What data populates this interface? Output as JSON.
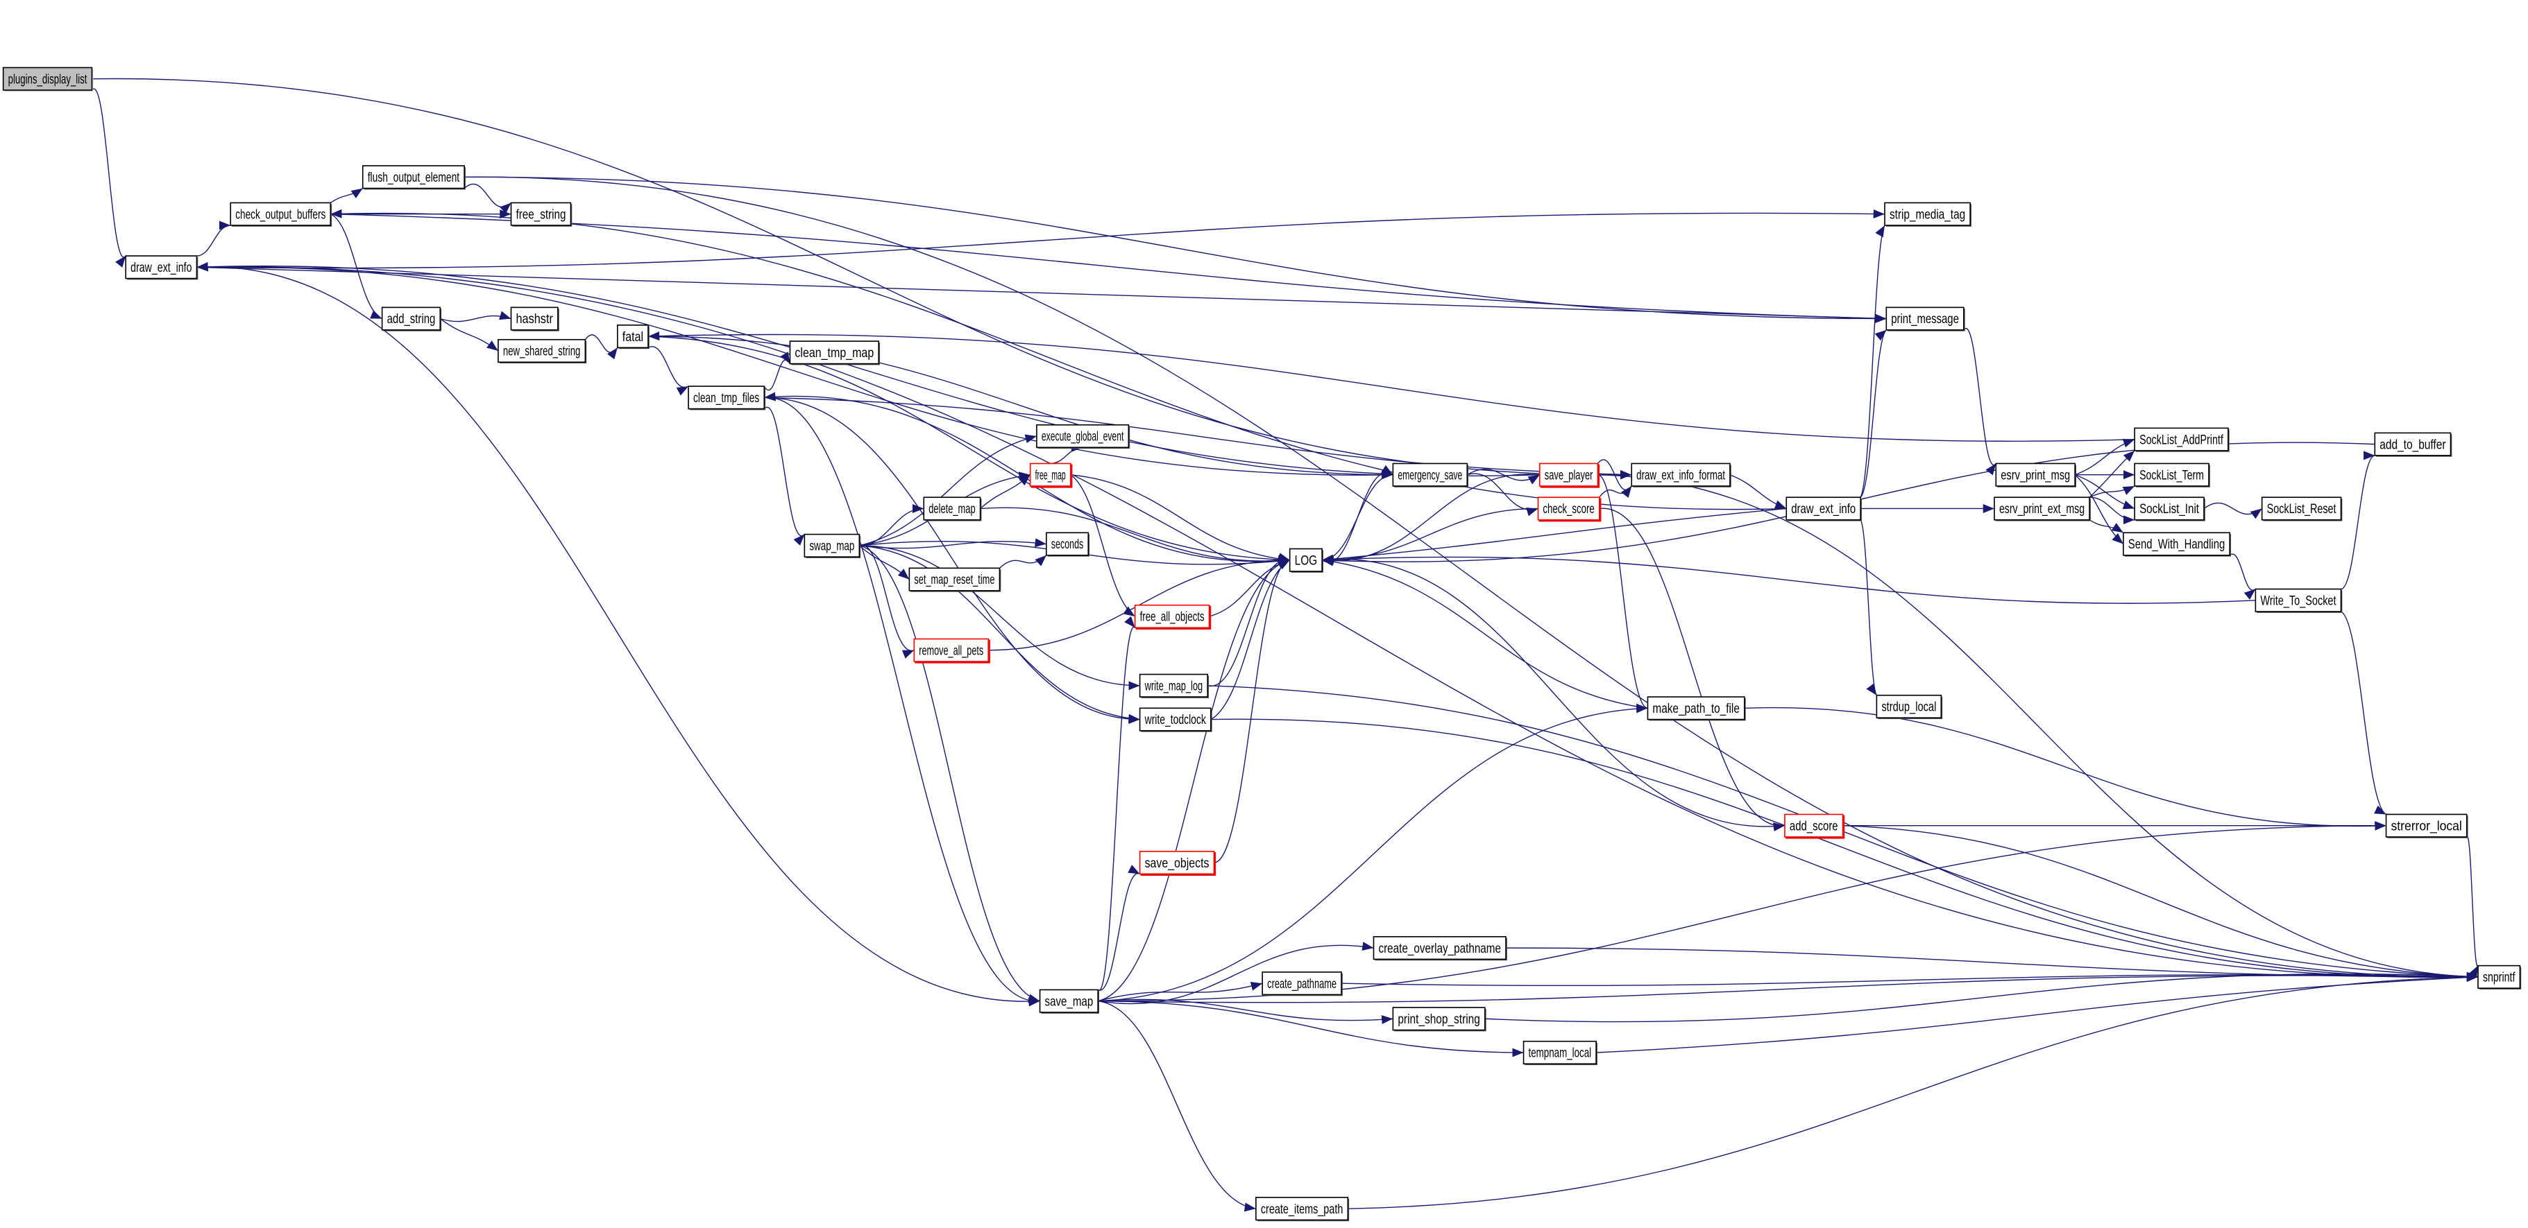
{
  "graph": {
    "root": "plugins_display_list",
    "colors": {
      "edge": "#191970",
      "root_fill": "#bfbfbf",
      "highlight_border": "#ff0000",
      "border": "#000000"
    },
    "nodes": [
      {
        "id": "plugins_display_list",
        "label": "plugins_display_list",
        "style": "root"
      },
      {
        "id": "dei1",
        "label": "draw_ext_info",
        "style": "normal"
      },
      {
        "id": "check_output_buffers",
        "label": "check_output_buffers",
        "style": "normal"
      },
      {
        "id": "flush_output_element",
        "label": "flush_output_element",
        "style": "normal"
      },
      {
        "id": "free_string",
        "label": "free_string",
        "style": "normal"
      },
      {
        "id": "add_string",
        "label": "add_string",
        "style": "normal"
      },
      {
        "id": "hashstr",
        "label": "hashstr",
        "style": "normal"
      },
      {
        "id": "new_shared_string",
        "label": "new_shared_string",
        "style": "normal"
      },
      {
        "id": "fatal",
        "label": "fatal",
        "style": "normal"
      },
      {
        "id": "clean_tmp_map",
        "label": "clean_tmp_map",
        "style": "normal"
      },
      {
        "id": "clean_tmp_files",
        "label": "clean_tmp_files",
        "style": "normal"
      },
      {
        "id": "swap_map",
        "label": "swap_map",
        "style": "normal"
      },
      {
        "id": "execute_global_event",
        "label": "execute_global_event",
        "style": "normal"
      },
      {
        "id": "free_map",
        "label": "free_map",
        "style": "red"
      },
      {
        "id": "delete_map",
        "label": "delete_map",
        "style": "normal"
      },
      {
        "id": "seconds",
        "label": "seconds",
        "style": "normal"
      },
      {
        "id": "set_map_reset_time",
        "label": "set_map_reset_time",
        "style": "normal"
      },
      {
        "id": "LOG",
        "label": "LOG",
        "style": "normal"
      },
      {
        "id": "free_all_objects",
        "label": "free_all_objects",
        "style": "red"
      },
      {
        "id": "remove_all_pets",
        "label": "remove_all_pets",
        "style": "red"
      },
      {
        "id": "write_map_log",
        "label": "write_map_log",
        "style": "normal"
      },
      {
        "id": "write_todclock",
        "label": "write_todclock",
        "style": "normal"
      },
      {
        "id": "save_objects",
        "label": "save_objects",
        "style": "red"
      },
      {
        "id": "save_map",
        "label": "save_map",
        "style": "normal"
      },
      {
        "id": "emergency_save",
        "label": "emergency_save",
        "style": "normal"
      },
      {
        "id": "save_player",
        "label": "save_player",
        "style": "red"
      },
      {
        "id": "check_score",
        "label": "check_score",
        "style": "red"
      },
      {
        "id": "draw_ext_info_format",
        "label": "draw_ext_info_format",
        "style": "normal"
      },
      {
        "id": "dei2",
        "label": "draw_ext_info",
        "style": "normal"
      },
      {
        "id": "make_path_to_file",
        "label": "make_path_to_file",
        "style": "normal"
      },
      {
        "id": "add_score",
        "label": "add_score",
        "style": "red"
      },
      {
        "id": "strdup_local",
        "label": "strdup_local",
        "style": "normal"
      },
      {
        "id": "strip_media_tag",
        "label": "strip_media_tag",
        "style": "normal"
      },
      {
        "id": "print_message",
        "label": "print_message",
        "style": "normal"
      },
      {
        "id": "esrv_print_msg",
        "label": "esrv_print_msg",
        "style": "normal"
      },
      {
        "id": "esrv_print_ext_msg",
        "label": "esrv_print_ext_msg",
        "style": "normal"
      },
      {
        "id": "SockList_AddPrintf",
        "label": "SockList_AddPrintf",
        "style": "normal"
      },
      {
        "id": "SockList_Term",
        "label": "SockList_Term",
        "style": "normal"
      },
      {
        "id": "SockList_Init",
        "label": "SockList_Init",
        "style": "normal"
      },
      {
        "id": "SockList_Reset",
        "label": "SockList_Reset",
        "style": "normal"
      },
      {
        "id": "Send_With_Handling",
        "label": "Send_With_Handling",
        "style": "normal"
      },
      {
        "id": "Write_To_Socket",
        "label": "Write_To_Socket",
        "style": "normal"
      },
      {
        "id": "add_to_buffer",
        "label": "add_to_buffer",
        "style": "normal"
      },
      {
        "id": "strerror_local",
        "label": "strerror_local",
        "style": "normal"
      },
      {
        "id": "snprintf",
        "label": "snprintf",
        "style": "normal"
      },
      {
        "id": "create_overlay_pathname",
        "label": "create_overlay_pathname",
        "style": "normal"
      },
      {
        "id": "create_pathname",
        "label": "create_pathname",
        "style": "normal"
      },
      {
        "id": "print_shop_string",
        "label": "print_shop_string",
        "style": "normal"
      },
      {
        "id": "tempnam_local",
        "label": "tempnam_local",
        "style": "normal"
      },
      {
        "id": "create_items_path",
        "label": "create_items_path",
        "style": "normal"
      }
    ],
    "edges": [
      [
        "plugins_display_list",
        "dei1"
      ],
      [
        "plugins_display_list",
        "draw_ext_info_format"
      ],
      [
        "dei1",
        "check_output_buffers"
      ],
      [
        "dei1",
        "strip_media_tag"
      ],
      [
        "dei1",
        "print_message"
      ],
      [
        "dei1",
        "snprintf"
      ],
      [
        "check_output_buffers",
        "flush_output_element"
      ],
      [
        "check_output_buffers",
        "free_string"
      ],
      [
        "check_output_buffers",
        "add_string"
      ],
      [
        "check_output_buffers",
        "print_message"
      ],
      [
        "flush_output_element",
        "free_string"
      ],
      [
        "flush_output_element",
        "snprintf"
      ],
      [
        "flush_output_element",
        "print_message"
      ],
      [
        "add_string",
        "hashstr"
      ],
      [
        "add_string",
        "new_shared_string"
      ],
      [
        "new_shared_string",
        "fatal"
      ],
      [
        "fatal",
        "clean_tmp_files"
      ],
      [
        "fatal",
        "emergency_save"
      ],
      [
        "fatal",
        "LOG"
      ],
      [
        "clean_tmp_files",
        "clean_tmp_map"
      ],
      [
        "clean_tmp_files",
        "swap_map"
      ],
      [
        "clean_tmp_files",
        "save_map"
      ],
      [
        "clean_tmp_files",
        "write_todclock"
      ],
      [
        "clean_tmp_files",
        "draw_ext_info_format"
      ],
      [
        "LOG",
        "clean_tmp_files"
      ],
      [
        "swap_map",
        "execute_global_event"
      ],
      [
        "swap_map",
        "free_map"
      ],
      [
        "swap_map",
        "delete_map"
      ],
      [
        "swap_map",
        "seconds"
      ],
      [
        "swap_map",
        "set_map_reset_time"
      ],
      [
        "swap_map",
        "LOG"
      ],
      [
        "swap_map",
        "remove_all_pets"
      ],
      [
        "swap_map",
        "write_map_log"
      ],
      [
        "swap_map",
        "write_todclock"
      ],
      [
        "swap_map",
        "save_map"
      ],
      [
        "delete_map",
        "free_map"
      ],
      [
        "delete_map",
        "LOG"
      ],
      [
        "free_map",
        "execute_global_event"
      ],
      [
        "free_map",
        "LOG"
      ],
      [
        "free_map",
        "free_all_objects"
      ],
      [
        "set_map_reset_time",
        "seconds"
      ],
      [
        "free_all_objects",
        "LOG"
      ],
      [
        "remove_all_pets",
        "LOG"
      ],
      [
        "write_map_log",
        "LOG"
      ],
      [
        "write_map_log",
        "snprintf"
      ],
      [
        "write_todclock",
        "LOG"
      ],
      [
        "write_todclock",
        "snprintf"
      ],
      [
        "save_objects",
        "LOG"
      ],
      [
        "save_map",
        "save_objects"
      ],
      [
        "save_map",
        "free_all_objects"
      ],
      [
        "save_map",
        "LOG"
      ],
      [
        "save_map",
        "make_path_to_file"
      ],
      [
        "save_map",
        "strerror_local"
      ],
      [
        "save_map",
        "snprintf"
      ],
      [
        "save_map",
        "create_overlay_pathname"
      ],
      [
        "save_map",
        "create_pathname"
      ],
      [
        "save_map",
        "print_shop_string"
      ],
      [
        "save_map",
        "tempnam_local"
      ],
      [
        "save_map",
        "create_items_path"
      ],
      [
        "save_map",
        "dei1"
      ],
      [
        "emergency_save",
        "save_player"
      ],
      [
        "emergency_save",
        "check_score"
      ],
      [
        "emergency_save",
        "LOG"
      ],
      [
        "emergency_save",
        "dei1"
      ],
      [
        "LOG",
        "emergency_save"
      ],
      [
        "save_player",
        "draw_ext_info_format"
      ],
      [
        "save_player",
        "LOG"
      ],
      [
        "save_player",
        "make_path_to_file"
      ],
      [
        "save_player",
        "snprintf"
      ],
      [
        "save_player",
        "dei1"
      ],
      [
        "check_score",
        "draw_ext_info_format"
      ],
      [
        "check_score",
        "add_score"
      ],
      [
        "check_score",
        "LOG"
      ],
      [
        "draw_ext_info_format",
        "dei2"
      ],
      [
        "dei2",
        "LOG"
      ],
      [
        "dei2",
        "strip_media_tag"
      ],
      [
        "dei2",
        "print_message"
      ],
      [
        "dei2",
        "esrv_print_ext_msg"
      ],
      [
        "dei2",
        "strdup_local"
      ],
      [
        "dei2",
        "check_output_buffers"
      ],
      [
        "make_path_to_file",
        "LOG"
      ],
      [
        "make_path_to_file",
        "strerror_local"
      ],
      [
        "add_score",
        "strerror_local"
      ],
      [
        "add_score",
        "snprintf"
      ],
      [
        "add_score",
        "LOG"
      ],
      [
        "print_message",
        "esrv_print_msg"
      ],
      [
        "esrv_print_msg",
        "SockList_AddPrintf"
      ],
      [
        "esrv_print_msg",
        "SockList_Term"
      ],
      [
        "esrv_print_msg",
        "SockList_Init"
      ],
      [
        "esrv_print_msg",
        "Send_With_Handling"
      ],
      [
        "esrv_print_ext_msg",
        "SockList_AddPrintf"
      ],
      [
        "esrv_print_ext_msg",
        "SockList_Term"
      ],
      [
        "esrv_print_ext_msg",
        "SockList_Init"
      ],
      [
        "esrv_print_ext_msg",
        "Send_With_Handling"
      ],
      [
        "SockList_AddPrintf",
        "fatal"
      ],
      [
        "SockList_Init",
        "SockList_Reset"
      ],
      [
        "Send_With_Handling",
        "Write_To_Socket"
      ],
      [
        "Write_To_Socket",
        "add_to_buffer"
      ],
      [
        "Write_To_Socket",
        "strerror_local"
      ],
      [
        "Write_To_Socket",
        "LOG"
      ],
      [
        "add_to_buffer",
        "LOG"
      ],
      [
        "strerror_local",
        "snprintf"
      ],
      [
        "create_overlay_pathname",
        "snprintf"
      ],
      [
        "create_pathname",
        "snprintf"
      ],
      [
        "print_shop_string",
        "snprintf"
      ],
      [
        "tempnam_local",
        "snprintf"
      ],
      [
        "create_items_path",
        "snprintf"
      ]
    ]
  }
}
